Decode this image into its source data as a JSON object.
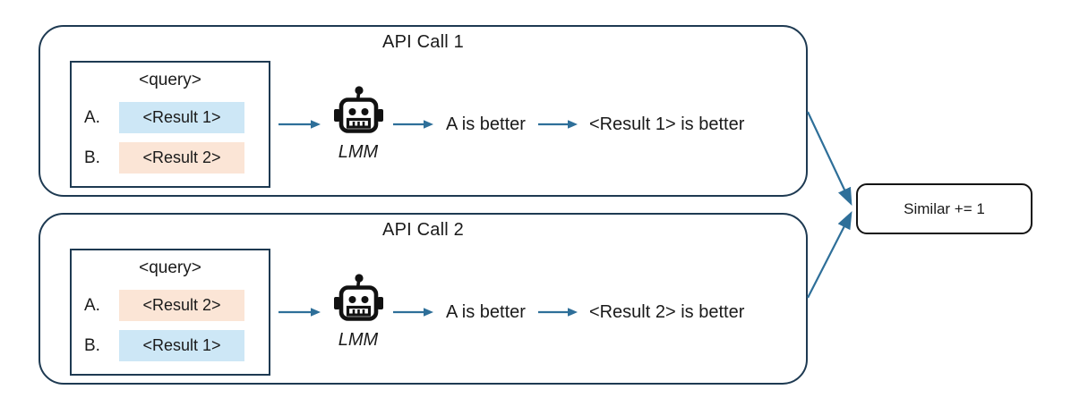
{
  "diagram": {
    "calls": [
      {
        "title": "API Call 1",
        "query_label": "<query>",
        "options": [
          {
            "label": "A.",
            "value": "<Result 1>",
            "highlight": "blue"
          },
          {
            "label": "B.",
            "value": "<Result 2>",
            "highlight": "peach"
          }
        ],
        "model_label": "LMM",
        "verdict": "A is better",
        "conclusion": "<Result 1> is better"
      },
      {
        "title": "API Call 2",
        "query_label": "<query>",
        "options": [
          {
            "label": "A.",
            "value": "<Result 2>",
            "highlight": "peach"
          },
          {
            "label": "B.",
            "value": "<Result 1>",
            "highlight": "blue"
          }
        ],
        "model_label": "LMM",
        "verdict": "A is better",
        "conclusion": "<Result 2> is better"
      }
    ],
    "result_box": {
      "label": "Similar += 1"
    },
    "icons": {
      "model": "robot-icon",
      "flow": "arrow-right-icon"
    },
    "colors": {
      "container_border": "#1e3a52",
      "arrow": "#2e6f99",
      "highlight_blue": "#cde7f6",
      "highlight_peach": "#fbe5d6",
      "result_border": "#141414"
    }
  }
}
